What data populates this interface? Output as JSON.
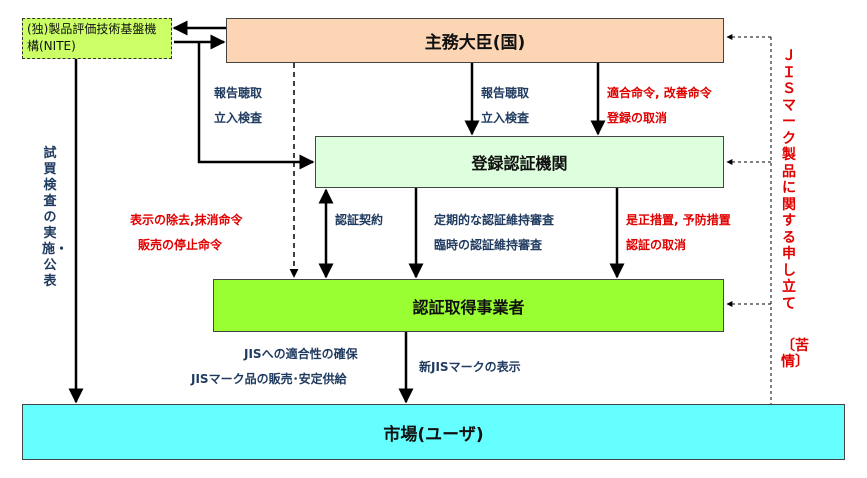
{
  "boxes": {
    "nite": "(独)製品評価技術基盤機構(NITE)",
    "minister": "主務大臣(国)",
    "registered": "登録認証機関",
    "acquirer": "認証取得事業者",
    "market": "市場(ユーザ)"
  },
  "labels": {
    "report_inspect_left": [
      "報告聴取",
      "立入検査"
    ],
    "report_inspect_mid": [
      "報告聴取",
      "立入検査"
    ],
    "orders": [
      "適合命令, 改善命令",
      "登録の取消"
    ],
    "display_removal": [
      "表示の除去,抹消命令",
      "販売の停止命令"
    ],
    "cert_contract": "認証契約",
    "periodic_review": [
      "定期的な認証維持審査",
      "臨時の認証維持審査"
    ],
    "corrective": [
      "是正措置, 予防措置",
      "認証の取消"
    ],
    "jis_conformity": [
      "JISへの適合性の確保",
      "JISマーク品の販売･安定供給"
    ],
    "new_jis_mark": "新JISマークの表示",
    "test_purchase": "試買検査の実施・公表",
    "complaint": "ＪＩＳマーク製品に関する申し立て",
    "complaint_paren": "〔苦情〕"
  },
  "colors": {
    "minister_fill": "#fcd5b4",
    "registered_fill": "#ddffdd",
    "acquirer_fill": "#99ff33",
    "market_fill": "#66ffff",
    "nite_fill": "#ccff66",
    "label_blue": "#1f3a5f",
    "label_red": "#e00000"
  }
}
